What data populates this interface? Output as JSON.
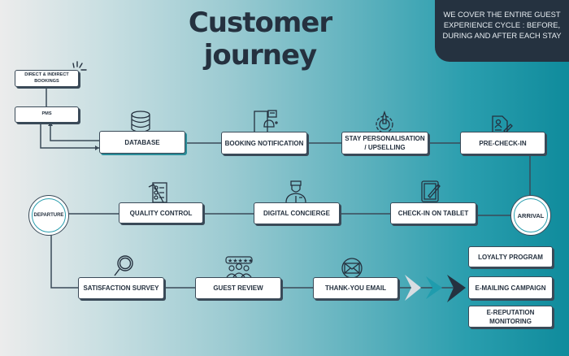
{
  "title": "Customer journey",
  "tagline": "We cover the entire guest experience cycle : before, during and after each stay",
  "steps": {
    "direct_bookings": "DIRECT & INDIRECT BOOKINGS",
    "pms": "PMS",
    "database": "DATABASE",
    "booking_notification": "BOOKING NOTIFICATION",
    "stay_personalisation": "STAY PERSONALISATION / UPSELLING",
    "pre_check_in": "PRE-CHECK-IN",
    "arrival": "ARRIVAL",
    "check_in_tablet": "CHECK-IN ON TABLET",
    "digital_concierge": "DIGITAL CONCIERGE",
    "quality_control": "QUALITY CONTROL",
    "departure": "DEPARTURE",
    "satisfaction_survey": "SATISFACTION SURVEY",
    "guest_review": "GUEST REVIEW",
    "thank_you_email": "THANK-YOU EMAIL",
    "loyalty_program": "LOYALTY PROGRAM",
    "emailing_campaign": "E-MAILING CAMPAIGN",
    "ereputation_monitoring": "E-REPUTATION MONITORING"
  },
  "icons": {
    "database": "database-icon",
    "booking_notification": "phone-bell-icon",
    "stay_personalisation": "gear-pencil-icon",
    "pre_check_in": "document-user-icon",
    "quality_control": "checklist-icon",
    "digital_concierge": "concierge-icon",
    "check_in_tablet": "tablet-pencil-icon",
    "satisfaction_survey": "magnifier-icon",
    "guest_review": "star-rating-people-icon",
    "thank_you_email": "envelope-icon"
  },
  "colors": {
    "dark": "#253240",
    "teal": "#2a9eae",
    "light_chevron": "#d8dde2"
  }
}
